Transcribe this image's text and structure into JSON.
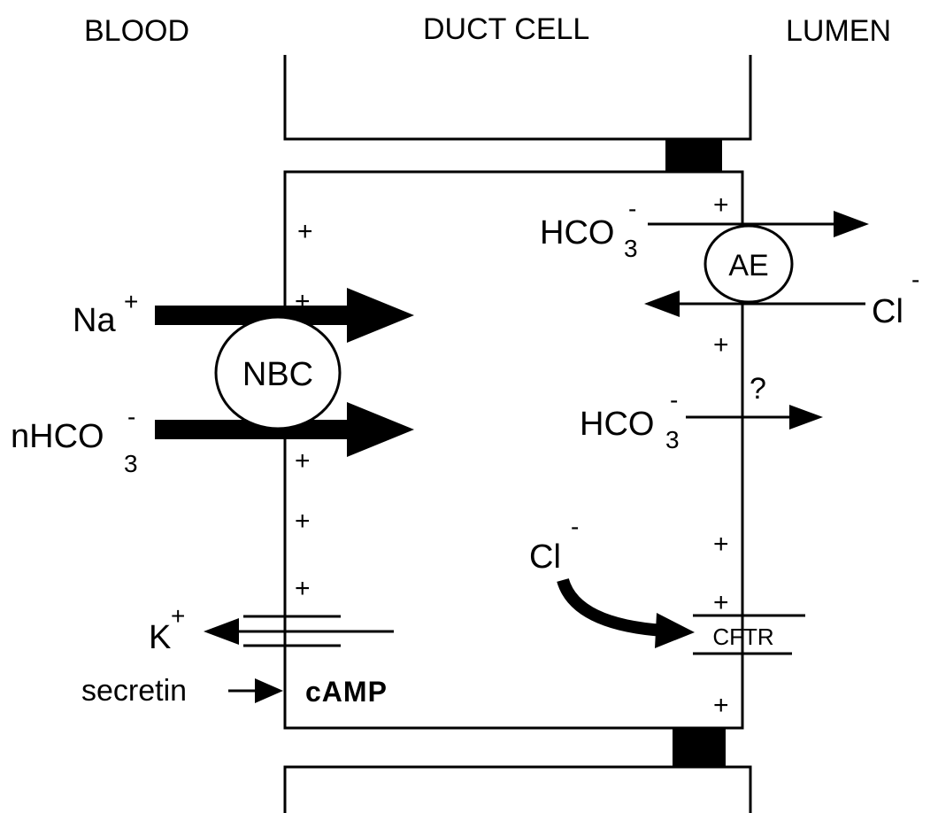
{
  "headers": {
    "blood": "BLOOD",
    "duct_cell": "DUCT CELL",
    "lumen": "LUMEN"
  },
  "transporters": {
    "nbc": "NBC",
    "ae": "AE",
    "cftr": "CFTR"
  },
  "ions": {
    "na": "Na",
    "na_charge": "+",
    "nhco3": "nHCO",
    "nhco3_sub": "3",
    "nhco3_charge": "-",
    "hco3_ae": "HCO",
    "hco3_ae_sub": "3",
    "hco3_ae_charge": "-",
    "cl_ae": "Cl",
    "cl_ae_charge": "-",
    "hco3_unknown": "HCO",
    "hco3_unknown_sub": "3",
    "hco3_unknown_charge": "-",
    "unknown_mark": "?",
    "cl_cftr": "Cl",
    "cl_cftr_charge": "-",
    "k": "K",
    "k_charge": "+"
  },
  "signals": {
    "secretin": "secretin",
    "camp": "cAMP"
  },
  "membrane_charge": "+"
}
